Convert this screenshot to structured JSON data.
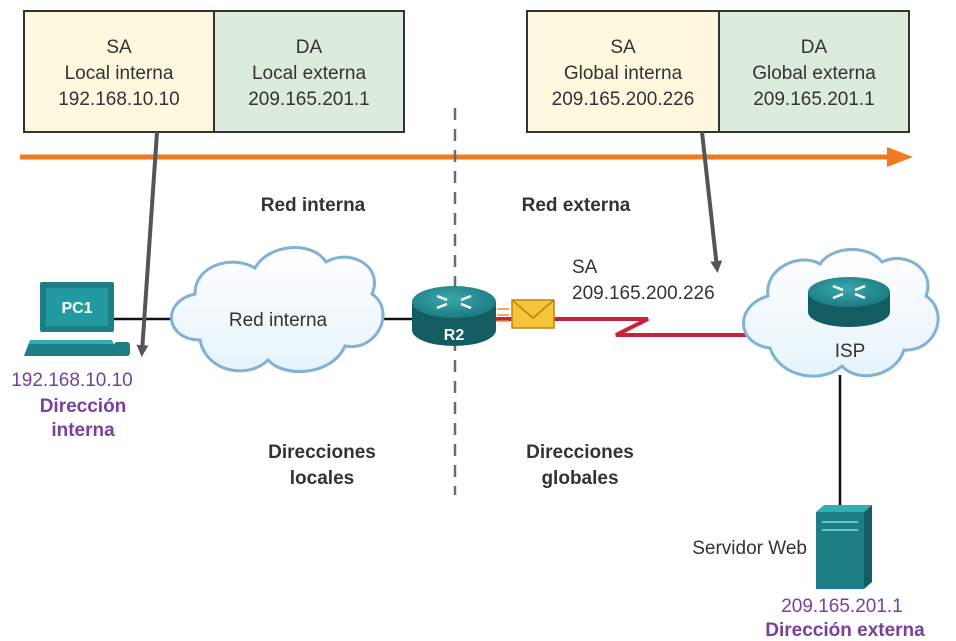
{
  "left_header": {
    "sa": {
      "title": "SA",
      "line1": "Local interna",
      "line2": "192.168.10.10"
    },
    "da": {
      "title": "DA",
      "line1": "Local externa",
      "line2": "209.165.201.1"
    }
  },
  "right_header": {
    "sa": {
      "title": "SA",
      "line1": "Global interna",
      "line2": "209.165.200.226"
    },
    "da": {
      "title": "DA",
      "line1": "Global externa",
      "line2": "209.165.201.1"
    }
  },
  "zones": {
    "inside": "Red interna",
    "outside": "Red externa",
    "local_line1": "Direcciones",
    "local_line2": "locales",
    "global_line1": "Direcciones",
    "global_line2": "globales"
  },
  "devices": {
    "pc": "PC1",
    "pc_ip": "192.168.10.10",
    "pc_desc_line1": "Dirección",
    "pc_desc_line2": "interna",
    "cloud_inside": "Red interna",
    "router": "R2",
    "isp": "ISP",
    "server": "Servidor Web",
    "server_ip": "209.165.201.1",
    "server_desc": "Dirección externa"
  },
  "packet": {
    "sa_label": "SA",
    "sa_ip": "209.165.200.226"
  },
  "colors": {
    "sa_fill": "#fdf8de",
    "da_fill": "#dcebdc",
    "flow_arrow": "#f07b1e",
    "wan_link": "#c8213a",
    "device_teal": "#1b7f85",
    "purple": "#7a3f9d"
  }
}
